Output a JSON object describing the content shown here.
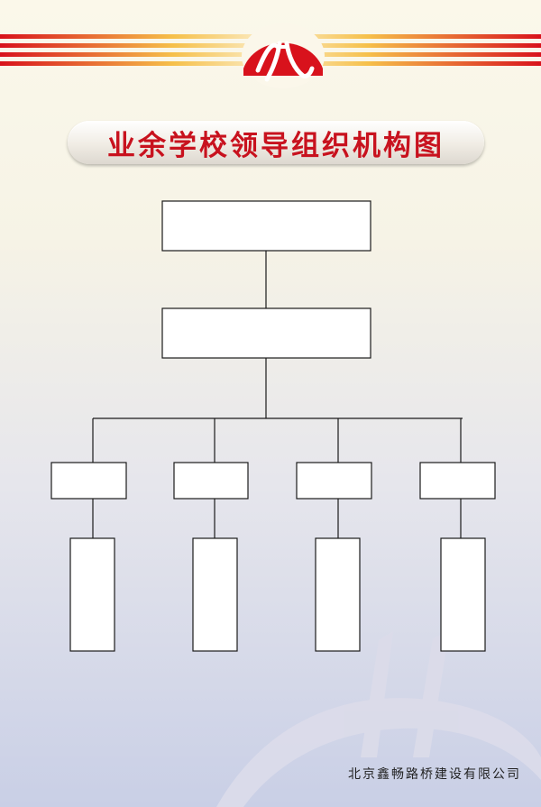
{
  "title": "业余学校领导组织机构图",
  "company": "北京鑫畅路桥建设有限公司",
  "logo": {
    "icon": "railway-logo-icon",
    "color": "#d8121c"
  },
  "colors": {
    "stripe_red": "#d8121c",
    "stripe_gold": "#f2b53a",
    "title": "#c8121e"
  },
  "org_chart": {
    "levels": [
      {
        "level": 1,
        "boxes": 1
      },
      {
        "level": 2,
        "boxes": 1
      },
      {
        "level": 3,
        "boxes": 4
      },
      {
        "level": 4,
        "boxes": 4
      }
    ]
  }
}
